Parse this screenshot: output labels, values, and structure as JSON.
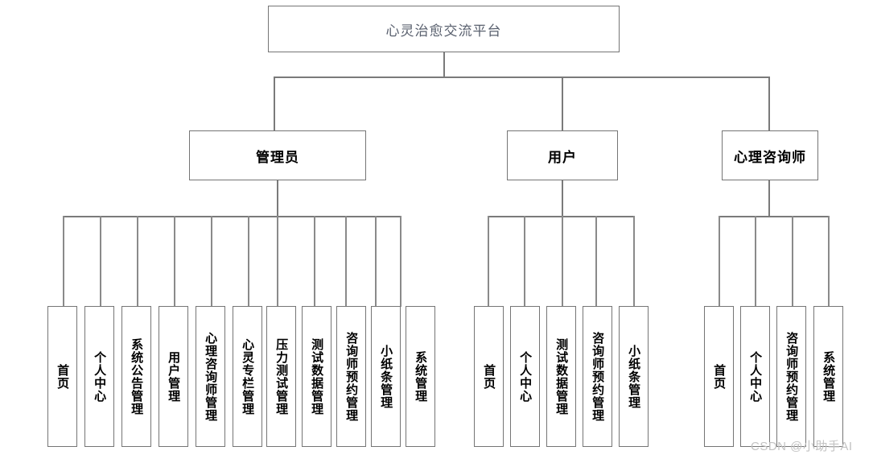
{
  "diagram": {
    "type": "organization-tree",
    "title": "心灵治愈交流平台",
    "root": {
      "label": "心灵治愈交流平台"
    },
    "branches": [
      {
        "id": "admin",
        "label": "管理员",
        "children": [
          "首页",
          "个人中心",
          "系统公告管理",
          "用户管理",
          "心理咨询师管理",
          "心灵专栏管理",
          "压力测试管理",
          "测试数据管理",
          "咨询师预约管理",
          "小纸条管理",
          "系统管理"
        ]
      },
      {
        "id": "user",
        "label": "用户",
        "children": [
          "首页",
          "个人中心",
          "测试数据管理",
          "咨询师预约管理",
          "小纸条管理"
        ]
      },
      {
        "id": "counselor",
        "label": "心理咨询师",
        "children": [
          "首页",
          "个人中心",
          "咨询师预约管理",
          "系统管理"
        ]
      }
    ]
  },
  "watermark": {
    "text": "CSDN @小助手AI"
  },
  "colors": {
    "line": "#7a7a7a",
    "border": "#757575",
    "root_text": "#59606e",
    "node_text": "#000000",
    "background": "#ffffff",
    "watermark": "#c3c3c3"
  }
}
